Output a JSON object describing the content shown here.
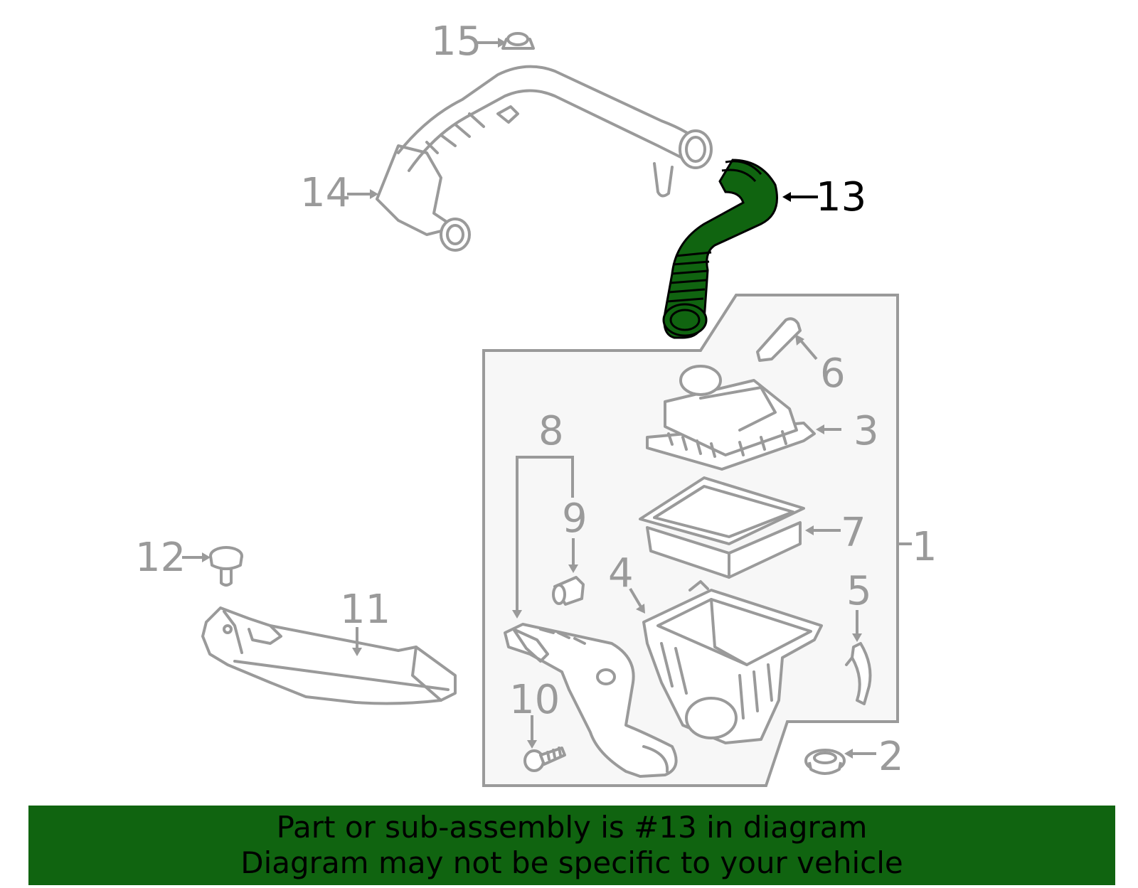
{
  "callouts": {
    "c1": "1",
    "c2": "2",
    "c3": "3",
    "c4": "4",
    "c5": "5",
    "c6": "6",
    "c7": "7",
    "c8": "8",
    "c9": "9",
    "c10": "10",
    "c11": "11",
    "c12": "12",
    "c13": "13",
    "c14": "14",
    "c15": "15"
  },
  "highlighted_part": "13",
  "colors": {
    "highlight": "#106410",
    "line": "#9a9a9a",
    "panel": "#f7f7f7",
    "banner": "#106410"
  },
  "banner": {
    "line1": "Part or sub-assembly is #13 in diagram",
    "line2": "Diagram may not be specific to your vehicle"
  }
}
